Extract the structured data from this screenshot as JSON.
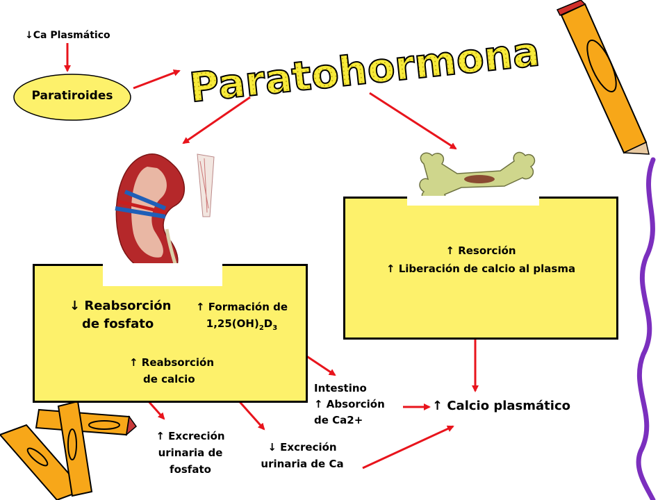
{
  "top_label": "↓Ca Plasmático",
  "paratiroides": "Paratiroides",
  "title": "Paratohormona",
  "kidney_box": {
    "reab_fosfato_1": "↓ Reabsorción",
    "reab_fosfato_2": "de fosfato",
    "formacion_1": "↑ Formación de",
    "formacion_2a": "1,25(OH)",
    "formacion_sub1": "2",
    "formacion_2b": "D",
    "formacion_sub2": "3",
    "reab_calcio_1": "↑ Reabsorción",
    "reab_calcio_2": "de calcio"
  },
  "bone_box": {
    "resorcion": "↑ Resorción",
    "liberacion": "↑ Liberación de calcio al plasma"
  },
  "intestino": {
    "line1": "Intestino",
    "line2": "↑ Absorción",
    "line3": "de Ca2+"
  },
  "calcio_plasmatico": "↑ Calcio plasmático",
  "excrecion_fosfato": {
    "line1": "↑ Excreción",
    "line2": "urinaria de",
    "line3": "fosfato"
  },
  "excrecion_ca": {
    "line1": "↓ Excreción",
    "line2": "urinaria de Ca"
  },
  "colors": {
    "box_fill": "#fdf16b",
    "arrow_red": "#e8141c",
    "ellipse_fill": "#fdf16b",
    "title_fill": "#f5e942"
  }
}
